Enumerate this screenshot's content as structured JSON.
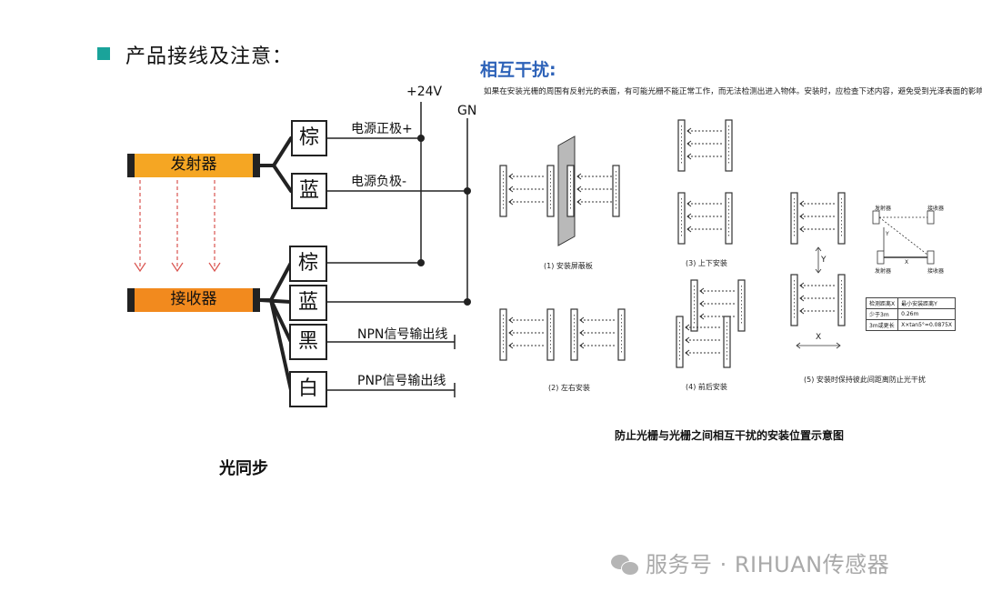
{
  "header": {
    "title": "产品接线及注意："
  },
  "wiring": {
    "supply_label": "+24V",
    "ground_label": "GN",
    "emitter_label": "发射器",
    "receiver_label": "接收器",
    "emitter_wires": [
      {
        "color": "棕",
        "label": "电源正极+"
      },
      {
        "color": "蓝",
        "label": "电源负极-"
      }
    ],
    "receiver_wires": [
      {
        "color": "棕",
        "label": ""
      },
      {
        "color": "蓝",
        "label": ""
      },
      {
        "color": "黑",
        "label": "NPN信号输出线"
      },
      {
        "color": "白",
        "label": "PNP信号输出线"
      }
    ],
    "caption": "光同步"
  },
  "interference": {
    "title": "相互干扰:",
    "description": "如果在安装光栅的周围有反射光的表面，有可能光栅不能正常工作，而无法检测出进入物体。安装时，应检查下述内容，避免受到光泽表面的影响。",
    "captions": {
      "c1": "(1) 安装屏蔽板",
      "c2": "(2) 左右安装",
      "c3": "(3) 上下安装",
      "c4": "(4) 前后安装",
      "c5": "(5) 安装时保持彼此间距离防止光干扰"
    },
    "axis_y": "Y",
    "axis_x": "X",
    "mini_labels": {
      "emitter": "发射器",
      "receiver": "接收器",
      "x": "X",
      "y": "Y"
    },
    "table": {
      "headers": [
        "检测距离X",
        "最小安装距离Y"
      ],
      "rows": [
        [
          "少于3m",
          "0.26m"
        ],
        [
          "3m或更长",
          "X×tan5°=0.0875X"
        ]
      ]
    },
    "figure_caption": "防止光栅与光栅之间相互干扰的安装位置示意图"
  },
  "watermark": {
    "text": "服务号 · RIHUAN传感器",
    "icon": "wechat-icon"
  },
  "colors": {
    "accent": "#1aa39a",
    "title_blue": "#2d62b8",
    "emitter": "#f5a623",
    "receiver": "#f28a1e",
    "beam": "#d9534f"
  }
}
